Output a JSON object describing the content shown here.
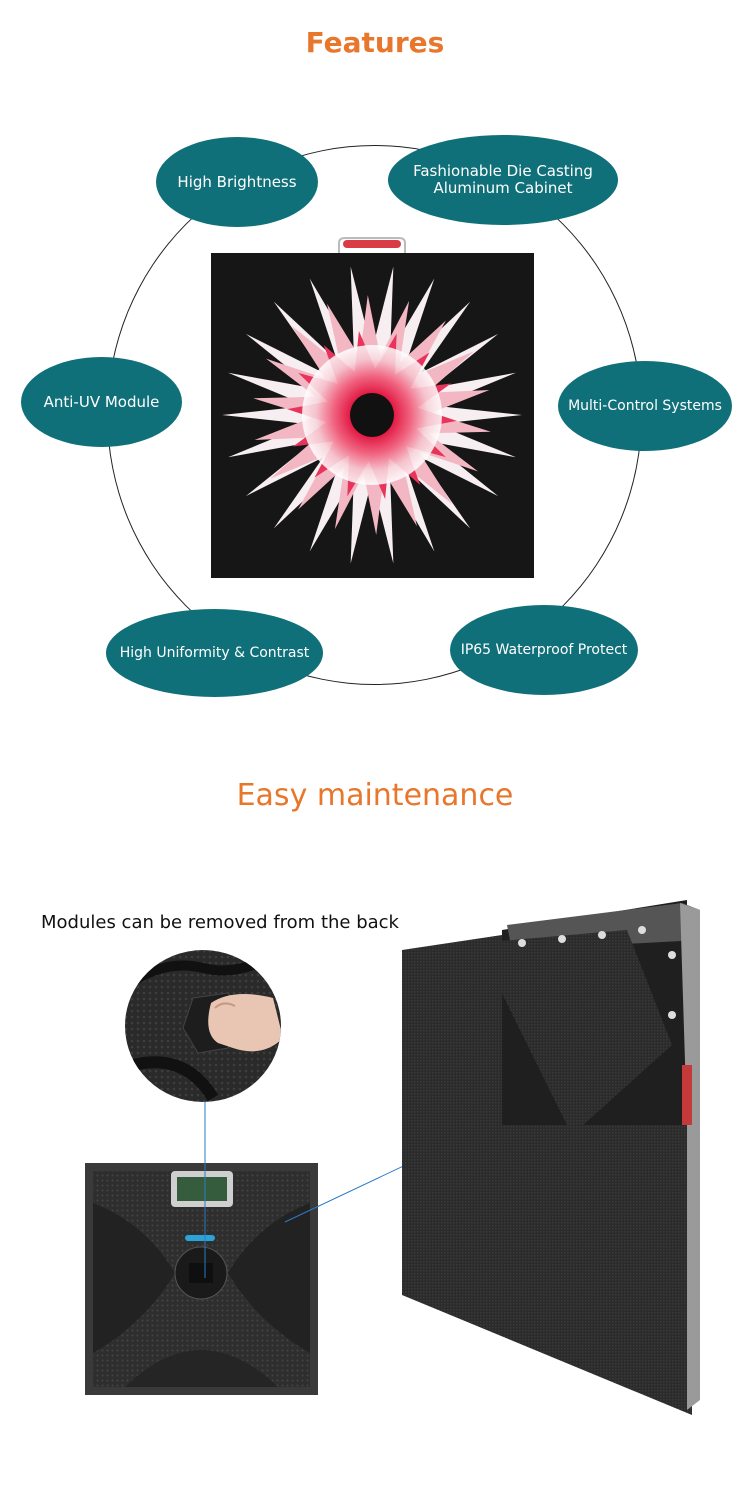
{
  "features": {
    "title": "Features",
    "items": [
      {
        "id": "high-brightness",
        "label": "High Brightness"
      },
      {
        "id": "die-casting",
        "label": "Fashionable Die Casting\nAluminum Cabinet"
      },
      {
        "id": "anti-uv",
        "label": "Anti-UV Module"
      },
      {
        "id": "multi-control",
        "label": "Multi-Control Systems"
      },
      {
        "id": "uniformity",
        "label": "High Uniformity & Contrast"
      },
      {
        "id": "ip65",
        "label": "IP65 Waterproof Protect"
      }
    ],
    "pill_color": "#10707a"
  },
  "maintenance": {
    "title": "Easy maintenance",
    "caption": "Modules can be removed from the back"
  },
  "colors": {
    "accent": "#e8762b",
    "teal": "#10707a"
  }
}
